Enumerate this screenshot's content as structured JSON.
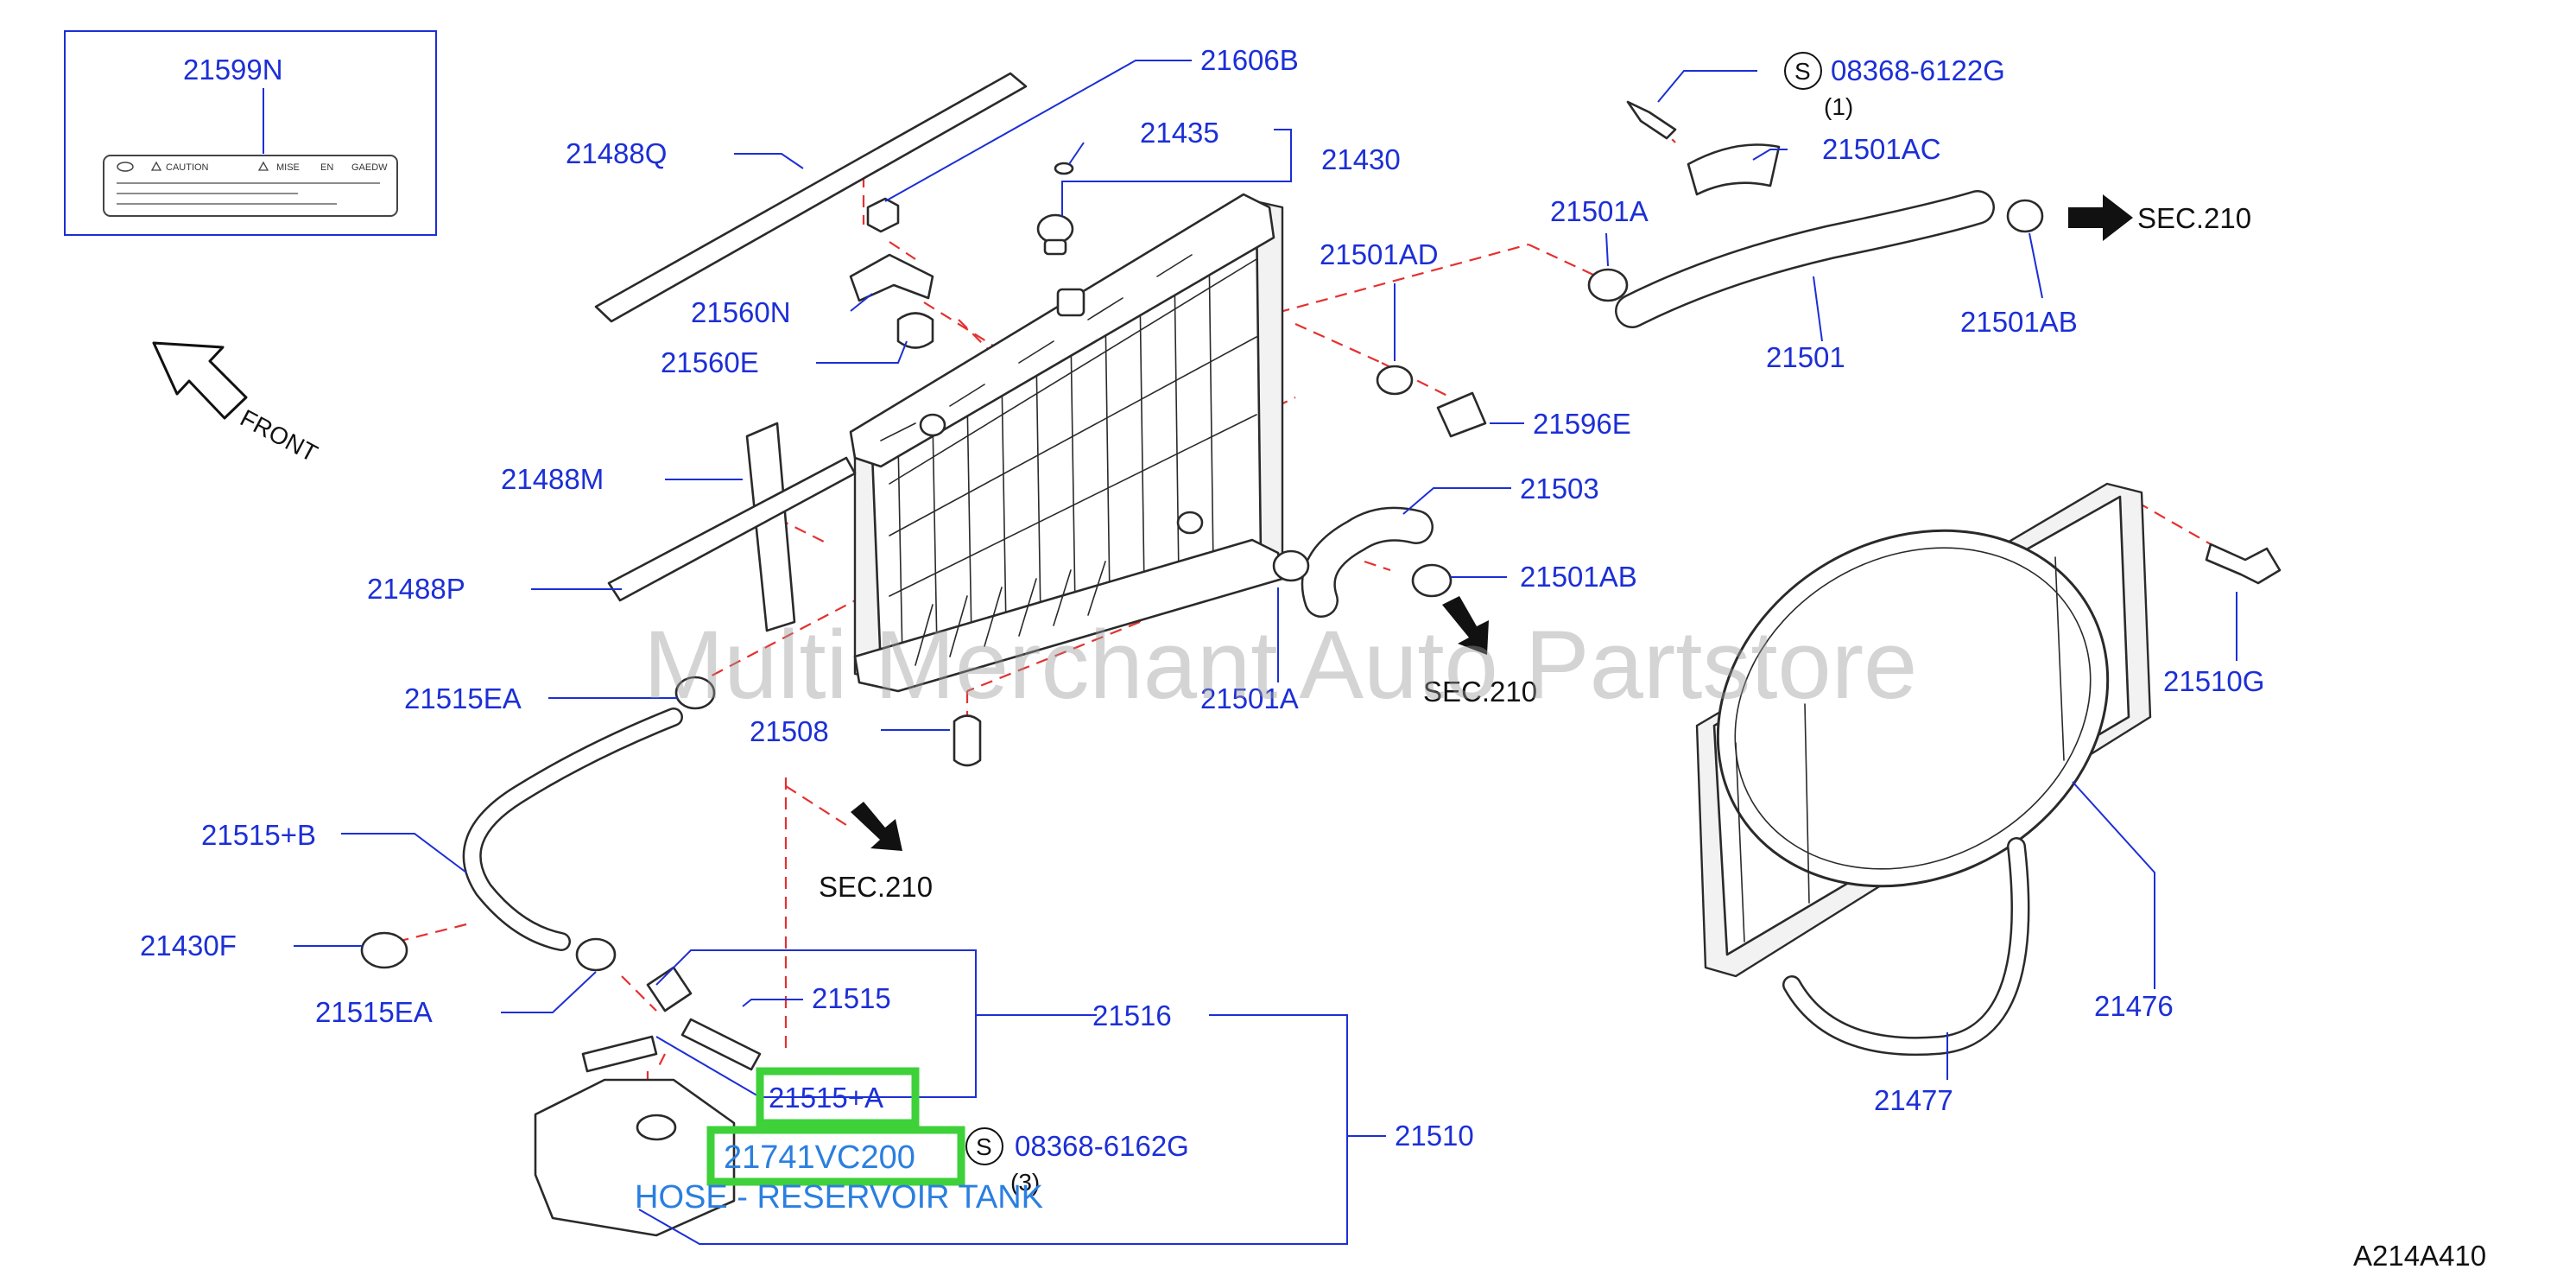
{
  "diagram": {
    "labels": {
      "p21599n": "21599N",
      "p21606b": "21606B",
      "p21435": "21435",
      "p21430": "21430",
      "p21488q": "21488Q",
      "p21560n": "21560N",
      "p21560e": "21560E",
      "p21501ad": "21501AD",
      "p21501a_top": "21501A",
      "p21501": "21501",
      "p21501ab_top": "21501AB",
      "p21501ac": "21501AC",
      "p08368_6122g": "08368-6122G",
      "qty_1": "(1)",
      "sec210_top": "SEC.210",
      "p21596e": "21596E",
      "p21488m": "21488M",
      "p21488p": "21488P",
      "p21503": "21503",
      "p21501ab_mid": "21501AB",
      "p21501a_mid": "21501A",
      "sec210_mid": "SEC.210",
      "p21515ea_top": "21515EA",
      "p21508": "21508",
      "p21510g": "21510G",
      "p21515b": "21515+B",
      "sec210_low": "SEC.210",
      "p21430f": "21430F",
      "p21515ea_low": "21515EA",
      "p21515": "21515",
      "p21516": "21516",
      "p21515a": "21515+A",
      "p21741": "21741VC200",
      "p08368_6162g": "08368-6162G",
      "qty_3": "(3)",
      "p21510": "21510",
      "p21476": "21476",
      "p21477": "21477",
      "hose_caption": "HOSE - RESERVOIR TANK",
      "front": "FRONT",
      "drawing_no": "A214A410",
      "s_symbol": "S",
      "label_caution": "CAUTION",
      "label_mise": "MISE",
      "label_en": "EN",
      "label_gaedw": "GAEDW",
      "watermark": "Multi Merchant Auto Partstore"
    }
  }
}
